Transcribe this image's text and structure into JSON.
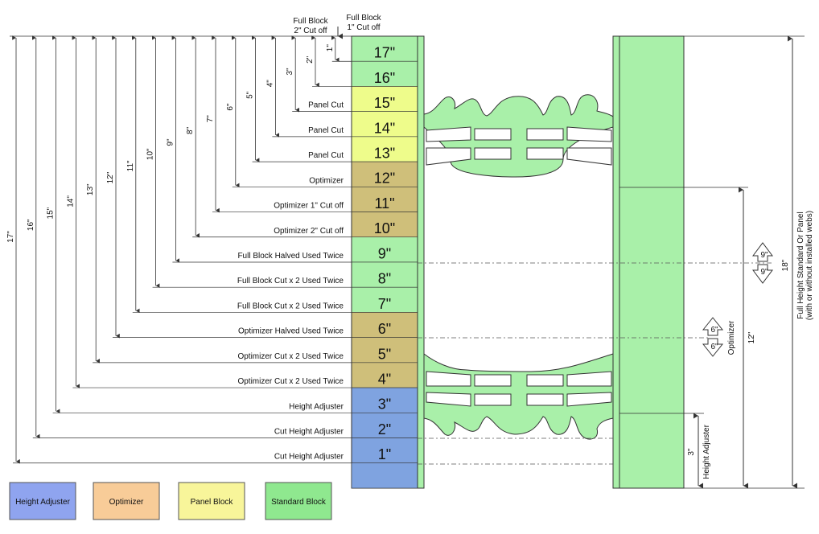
{
  "header": {
    "full_block_2": [
      "Full Block",
      "2\" Cut off"
    ],
    "full_block_1": [
      "Full Block",
      "1\" Cut off"
    ]
  },
  "rows": [
    "17\"",
    "16\"",
    "15\"",
    "14\"",
    "13\"",
    "12\"",
    "11\"",
    "10\"",
    "9\"",
    "8\"",
    "7\"",
    "6\"",
    "5\"",
    "4\"",
    "3\"",
    "2\"",
    "1\""
  ],
  "row_colors": [
    "#a9f0a9",
    "#a9f0a9",
    "#eefc8b",
    "#eefc8b",
    "#eefc8b",
    "#cfbf7a",
    "#cfbf7a",
    "#cfbf7a",
    "#a9f0a9",
    "#a9f0a9",
    "#a9f0a9",
    "#cfbf7a",
    "#cfbf7a",
    "#cfbf7a",
    "#7fa3e0",
    "#7fa3e0",
    "#7fa3e0"
  ],
  "left_labels": [
    "Panel Cut",
    "Panel Cut",
    "Panel Cut",
    "Optimizer",
    "Optimizer 1\" Cut off",
    "Optimizer 2\" Cut off",
    "Full Block Halved Used Twice",
    "Full Block Cut x 2 Used Twice",
    "Full Block Cut x 2 Used Twice",
    "Optimizer Halved Used Twice",
    "Optimizer Cut x 2 Used Twice",
    "Optimizer Cut x 2 Used Twice",
    "Height Adjuster",
    "Cut Height Adjuster",
    "Cut Height Adjuster"
  ],
  "dims": [
    "17\"",
    "16\"",
    "15\"",
    "14\"",
    "13\"",
    "12\"",
    "11\"",
    "10\"",
    "9\"",
    "8\"",
    "7\"",
    "6\"",
    "5\"",
    "4\"",
    "3\"",
    "2\"",
    "1\""
  ],
  "legend": [
    {
      "label": "Height Adjuster",
      "color": "#8fa4ef"
    },
    {
      "label": "Optimizer",
      "color": "#f8cc98"
    },
    {
      "label": "Panel Block",
      "color": "#f8f59a"
    },
    {
      "label": "Standard Block",
      "color": "#8fe88f"
    }
  ],
  "right": {
    "dim_18": "18\"",
    "full_height_1": "Full Height Standard Or Panel",
    "full_height_2": "(with or without installed webs)",
    "dim_12": "12\"",
    "optimizer": "Optimizer",
    "dim_3": "3\"",
    "height_adjuster": "Height Adjuster",
    "arrow_9": "9\"",
    "arrow_6": "6\""
  },
  "colors": {
    "web_green": "#a9f0a9",
    "line": "#333333"
  }
}
